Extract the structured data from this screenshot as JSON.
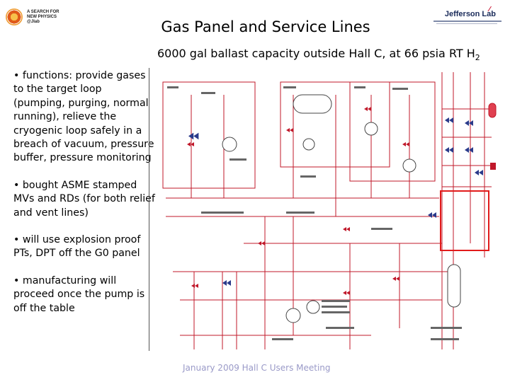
{
  "header": {
    "left_logo": {
      "icon": "a-search-for-new-physics-logo",
      "text": "A SEARCH FOR\nNEW PHYSICS\n@Jlab"
    },
    "right_logo": {
      "icon": "jefferson-lab-logo",
      "text": "Jefferson Lab"
    }
  },
  "slide": {
    "title": "Gas Panel and Service Lines",
    "subtitle_main": "6000 gal ballast capacity outside Hall C, at 66 psia RT H",
    "subtitle_sub": "2",
    "bullets": [
      "• functions: provide gases to the target loop (pumping, purging, normal running), relieve the cryogenic loop safely in a breach of vacuum, pressure buffer, pressure monitoring",
      "• bought ASME stamped MVs and RDs (for both relief and vent lines)",
      "• will use explosion proof PTs, DPT off the G0 panel",
      "• manufacturing will proceed once the pump is off the table"
    ],
    "footer": "January 2009 Hall C Users Meeting"
  },
  "schematic": {
    "icon": "gas-panel-piping-schematic",
    "colors": {
      "line": "#c0182a",
      "valve": "#2a3a8a",
      "highlight": "#e21b1b",
      "text": "#444444"
    }
  }
}
